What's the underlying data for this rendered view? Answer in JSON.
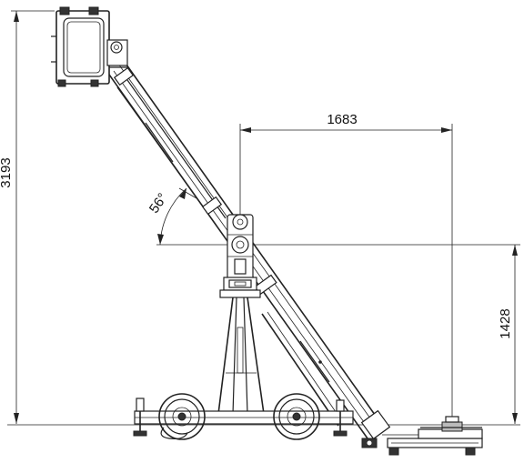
{
  "dimensions": {
    "total_height": "3193",
    "reach": "1683",
    "pivot_height": "1428",
    "tilt_angle": "56°"
  }
}
